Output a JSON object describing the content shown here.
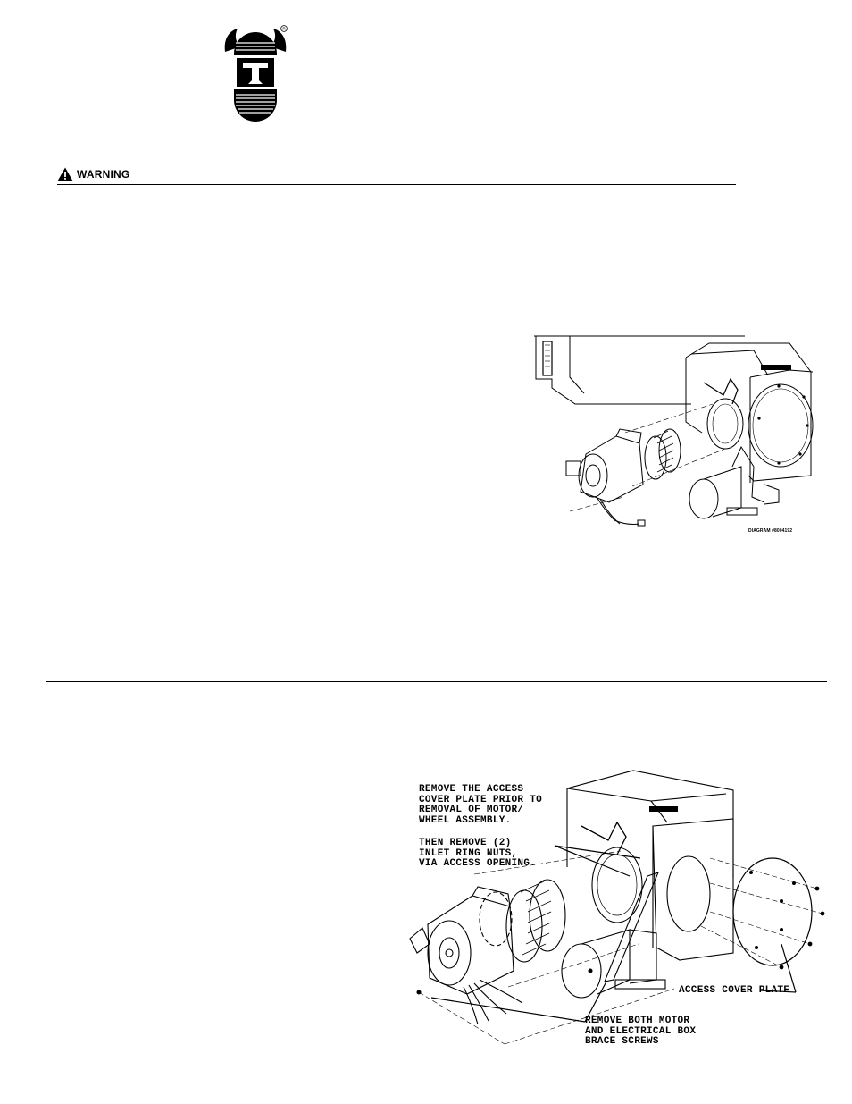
{
  "header": {
    "logo": {
      "icon": "viking-helmet-logo-icon",
      "letter": "T",
      "registered_mark": "R"
    }
  },
  "warning": {
    "label": "WARNING",
    "icon": "warning-triangle-icon"
  },
  "figure_top": {
    "id_label": "DIAGRAM #8004192"
  },
  "figure_bottom": {
    "callouts": {
      "access": "REMOVE THE ACCESS\nCOVER PLATE PRIOR TO\nREMOVAL OF MOTOR/\nWHEEL ASSEMBLY.",
      "nuts": "THEN REMOVE (2)\nINLET RING NUTS,\nVIA ACCESS OPENING.",
      "cover_plate": "ACCESS COVER PLATE",
      "brace": "REMOVE BOTH MOTOR\nAND ELECTRICAL BOX\nBRACE SCREWS"
    }
  }
}
